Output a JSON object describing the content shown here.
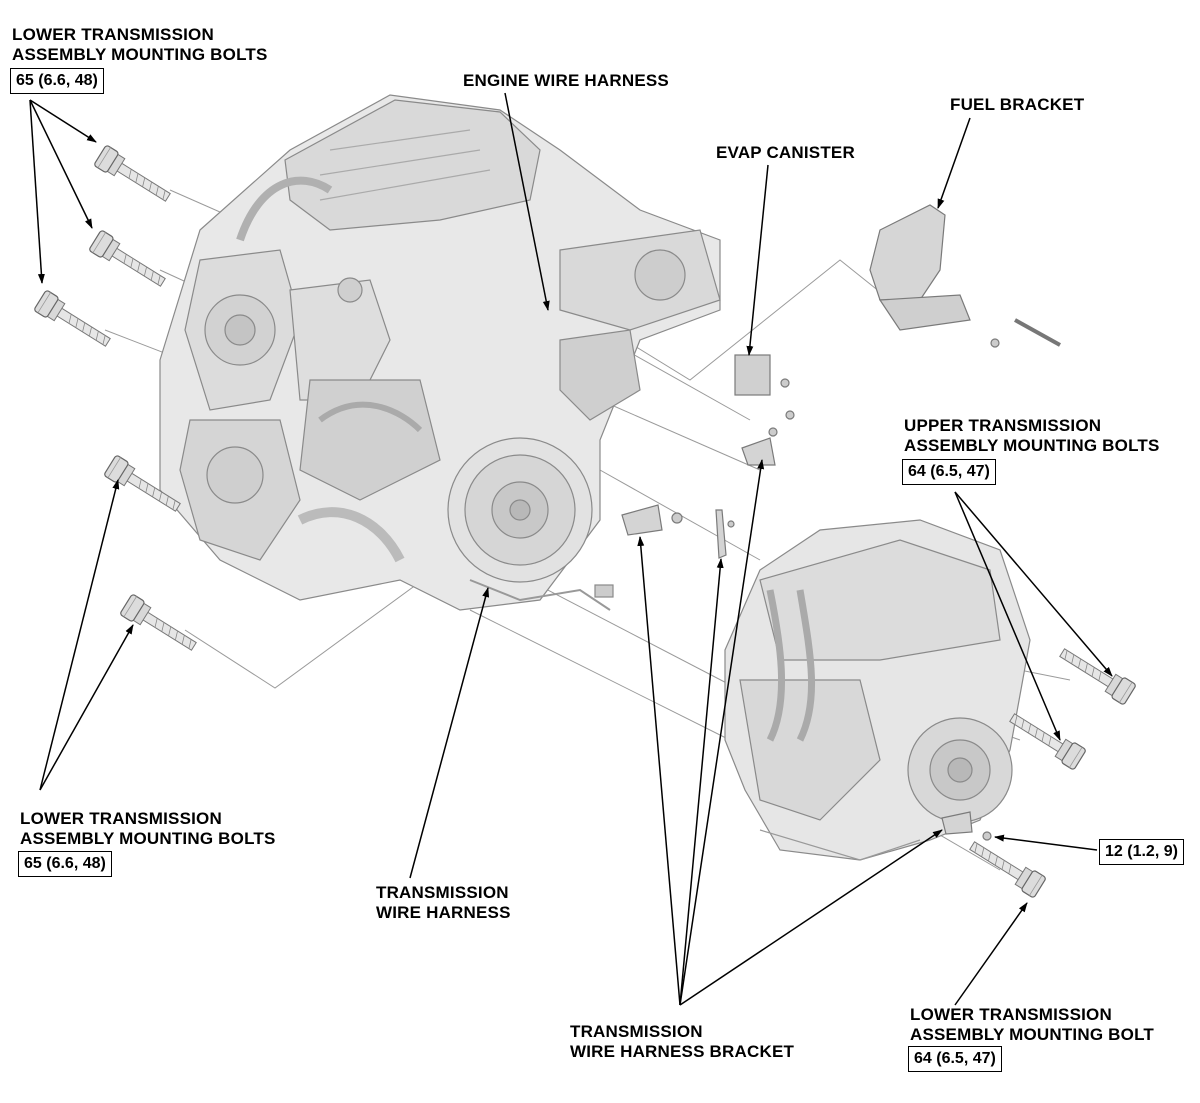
{
  "callouts": {
    "lower_left_top": {
      "line1": "LOWER TRANSMISSION",
      "line2": "ASSEMBLY MOUNTING BOLTS",
      "torque": "65 (6.6, 48)"
    },
    "lower_left_bottom": {
      "line1": "LOWER TRANSMISSION",
      "line2": "ASSEMBLY MOUNTING BOLTS",
      "torque": "65 (6.6, 48)"
    },
    "engine_wire_harness": "ENGINE WIRE HARNESS",
    "evap_canister": "EVAP CANISTER",
    "fuel_bracket": "FUEL BRACKET",
    "upper_right": {
      "line1": "UPPER TRANSMISSION",
      "line2": "ASSEMBLY MOUNTING BOLTS",
      "torque": "64 (6.5, 47)"
    },
    "small_bolt_torque": "12 (1.2, 9)",
    "transmission_wire_harness": {
      "line1": "TRANSMISSION",
      "line2": "WIRE HARNESS"
    },
    "wire_harness_bracket": {
      "line1": "TRANSMISSION",
      "line2": "WIRE HARNESS BRACKET"
    },
    "lower_right": {
      "line1": "LOWER TRANSMISSION",
      "line2": "ASSEMBLY MOUNTING BOLT",
      "torque": "64 (6.5, 47)"
    }
  },
  "colors": {
    "line": "#000000",
    "part_fill": "#e6e6e6",
    "part_stroke": "#8a8a8a",
    "dash": "#9a9a9a"
  }
}
